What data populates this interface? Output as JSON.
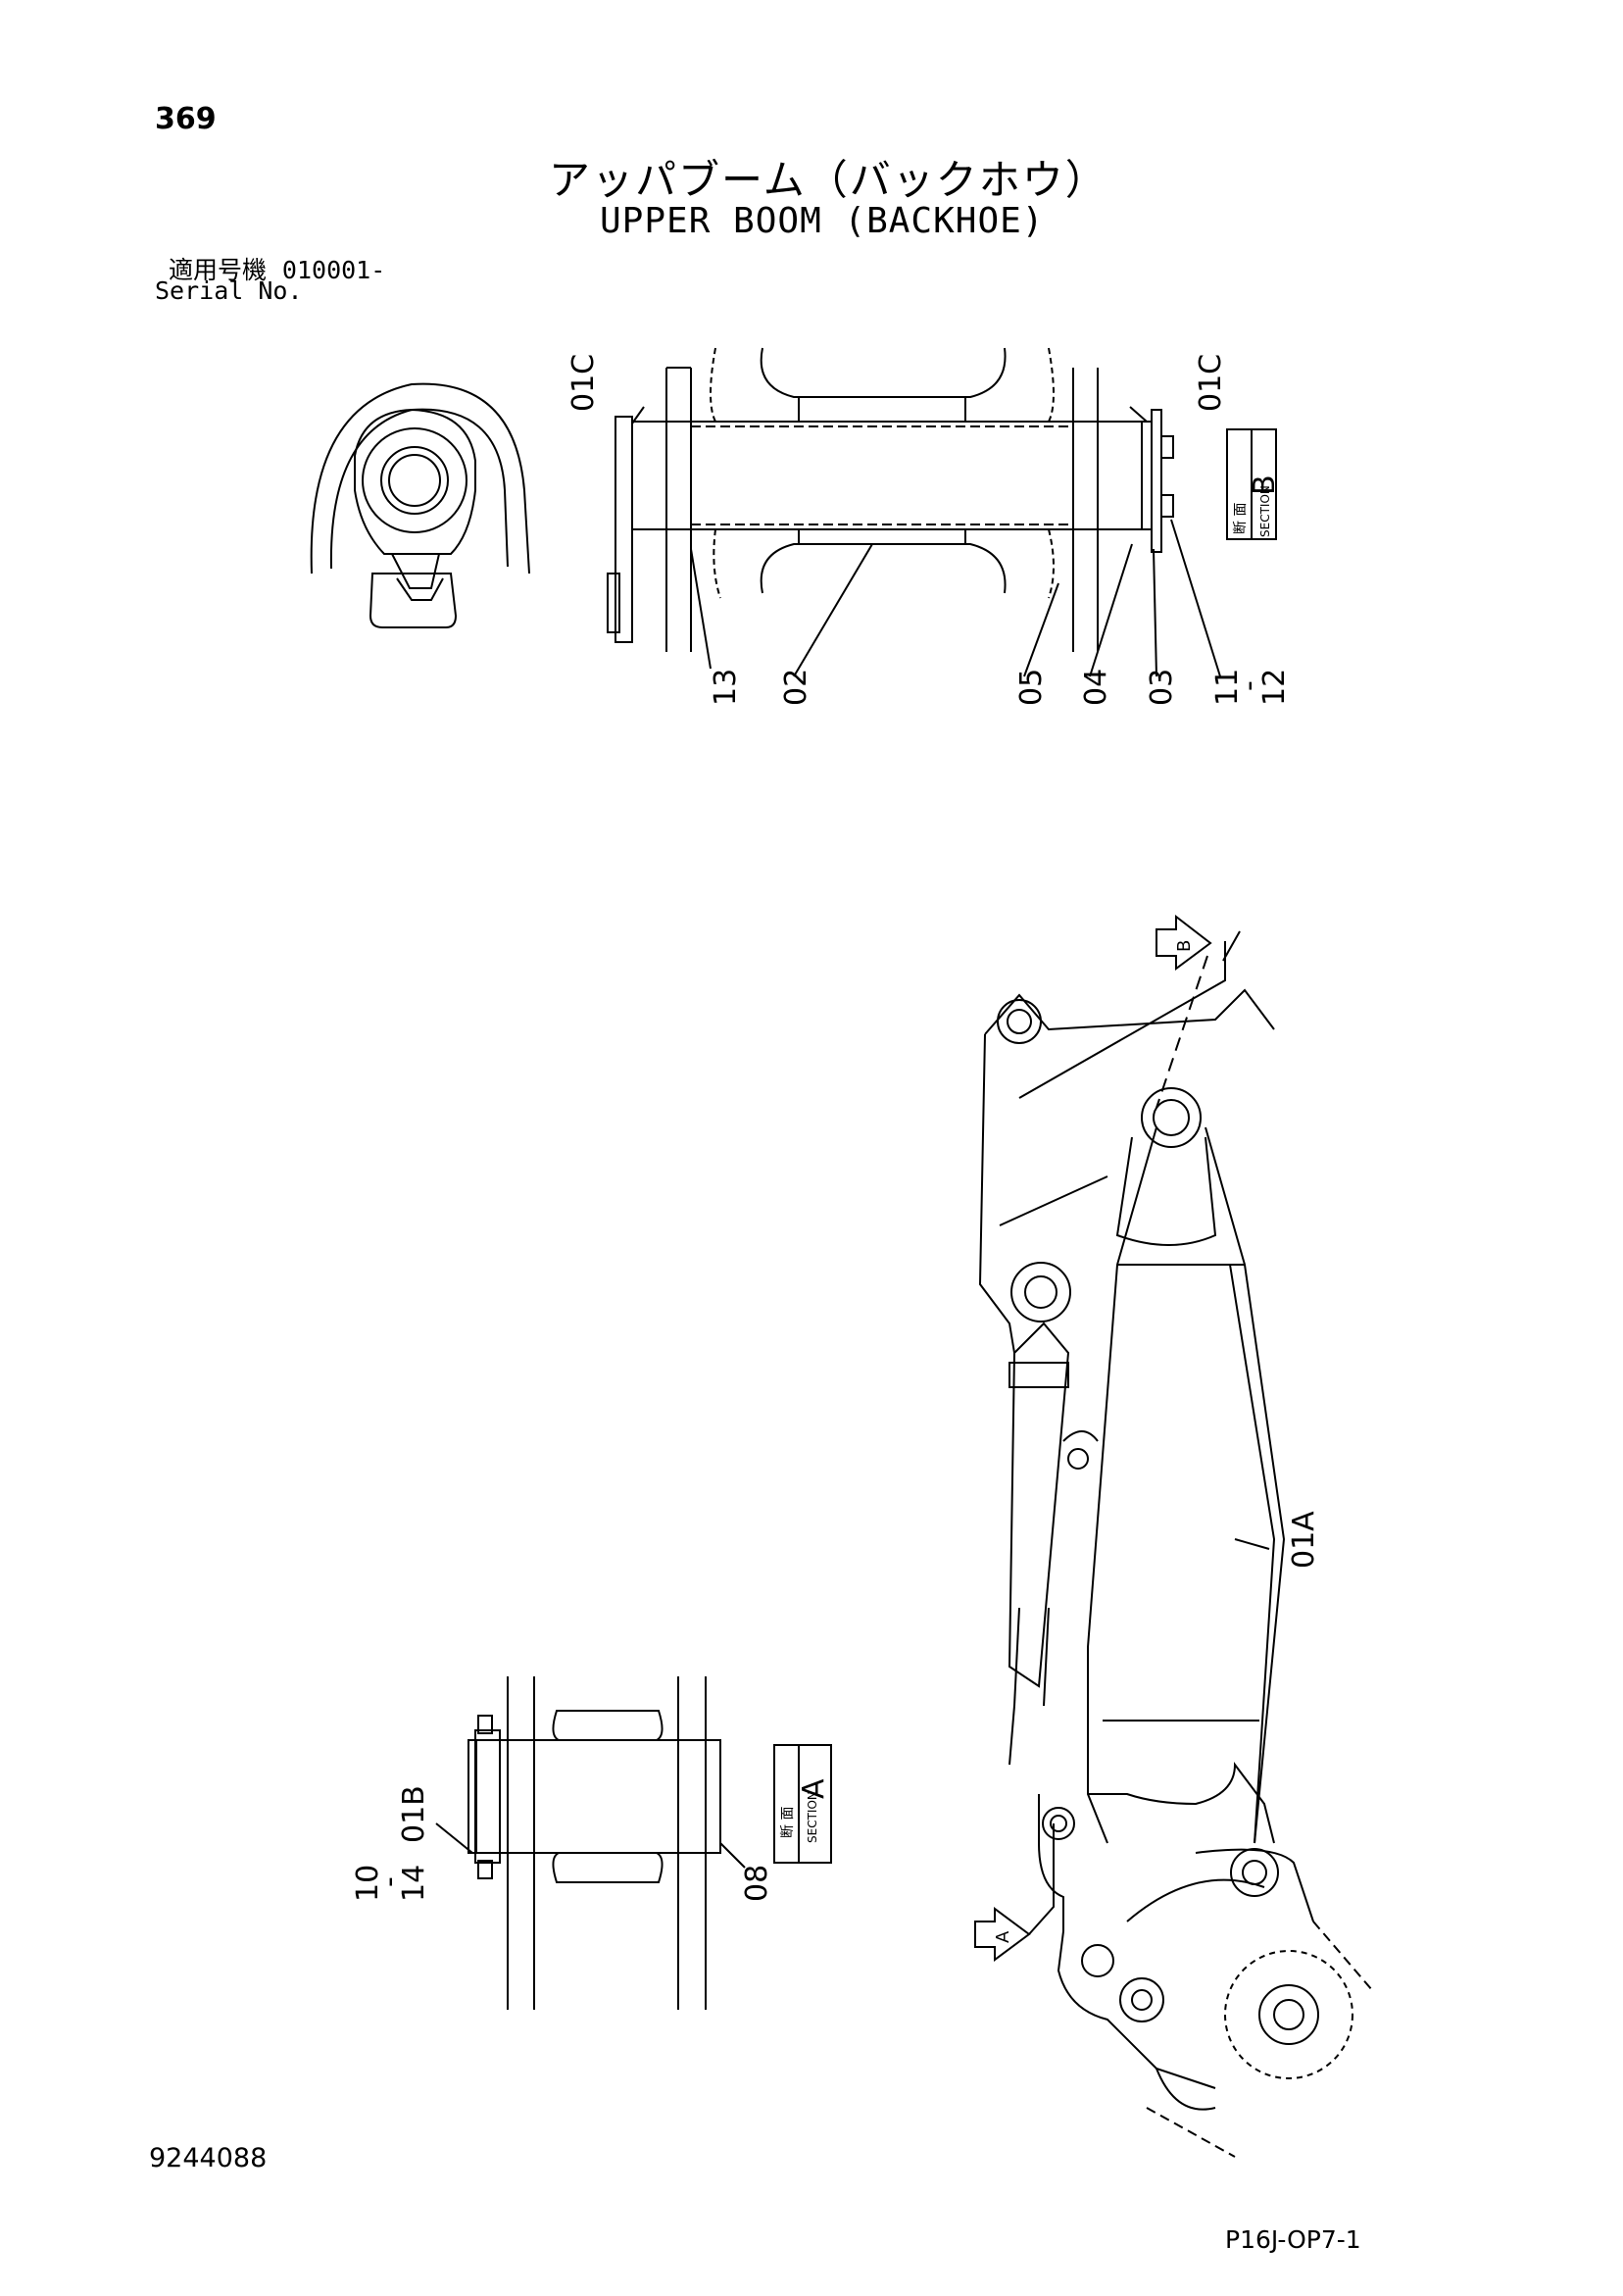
{
  "page_number": "369",
  "title_jp": "アッパブーム（バックホウ）",
  "title_en": "UPPER BOOM (BACKHOE)",
  "serial_label_jp": "適用号機",
  "serial_value": "010001-",
  "serial_label_en": "Serial No.",
  "section_b": {
    "jp": "断 面",
    "en": "SECTION",
    "letter": "B",
    "callouts": [
      "01C",
      "01C",
      "13",
      "02",
      "05",
      "04",
      "03",
      "11",
      "12"
    ]
  },
  "section_a": {
    "jp": "断 面",
    "en": "SECTION",
    "letter": "A",
    "callouts": [
      "10",
      "14",
      "01B",
      "08"
    ]
  },
  "boom_callouts": [
    "01A"
  ],
  "view_arrows": [
    "B",
    "A"
  ],
  "doc_number": "9244088",
  "page_code": "P16J-OP7-1"
}
